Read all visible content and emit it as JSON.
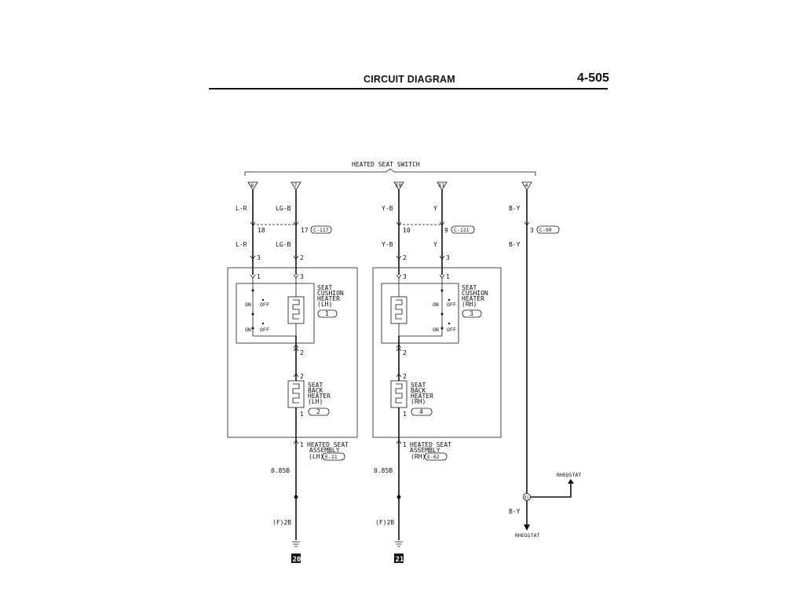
{
  "header": {
    "title": "CIRCUIT DIAGRAM",
    "page": "4-505"
  },
  "switch": {
    "label": "HEATED SEAT SWITCH",
    "terminals": {
      "t1": "6",
      "t2": "7",
      "t3": "10",
      "t4": "11",
      "t5": "4"
    }
  },
  "wires": {
    "w1_top": "L-R",
    "w2_top": "LG-B",
    "w3_top": "Y-B",
    "w4_top": "Y",
    "w5_top": "B-Y",
    "w1_bot": "L-R",
    "w2_bot": "LG-B",
    "w3_bot": "Y-B",
    "w4_bot": "Y",
    "w5_bot": "B-Y",
    "rheo_wire": "B-Y",
    "lh_ground": "0.85B",
    "rh_ground": "0.85B"
  },
  "connectors": {
    "c117": {
      "pin_a": "18",
      "pin_b": "17",
      "label": "C-117"
    },
    "c121": {
      "pin_a": "10",
      "pin_b": "9",
      "label": "C-121"
    },
    "c90": {
      "pin": "3",
      "label": "C-90"
    }
  },
  "pins": {
    "lh_top_a": "3",
    "lh_top_b": "2",
    "rh_top_a": "2",
    "rh_top_b": "3",
    "lh_in_a": "1",
    "lh_in_b": "3",
    "rh_in_a": "3",
    "rh_in_b": "1",
    "lh_back_top": "2",
    "lh_back_mid": "2",
    "lh_back_bot": "1",
    "rh_back_top": "2",
    "rh_back_mid": "2",
    "rh_back_bot": "1",
    "lh_assy": "1",
    "rh_assy": "1"
  },
  "lh": {
    "cushion": [
      "SEAT",
      "CUSHION",
      "HEATER",
      "(LH)"
    ],
    "cushion_num": "1",
    "back": [
      "SEAT",
      "BACK",
      "HEATER",
      "(LH)"
    ],
    "back_num": "2",
    "assembly": [
      "HEATED SEAT",
      "ASSEMBLY",
      "(LH)"
    ],
    "connector": "E-21",
    "switch_on": "ON",
    "switch_off": "OFF"
  },
  "rh": {
    "cushion": [
      "SEAT",
      "CUSHION",
      "HEATER",
      "(RH)"
    ],
    "cushion_num": "3",
    "back": [
      "SEAT",
      "BACK",
      "HEATER",
      "(RH)"
    ],
    "back_num": "4",
    "assembly": [
      "HEATED SEAT",
      "ASSEMBLY",
      "(RH)"
    ],
    "connector": "E-02",
    "switch_on": "ON",
    "switch_off": "OFF"
  },
  "grounds": {
    "lh_loc": "(F)2B",
    "rh_loc": "(F)2B",
    "lh_num": "20",
    "rh_num": "21"
  },
  "rheostat": {
    "splice": "91",
    "label_top": "RHEOSTAT",
    "label_bottom": "RHEOSTAT"
  }
}
